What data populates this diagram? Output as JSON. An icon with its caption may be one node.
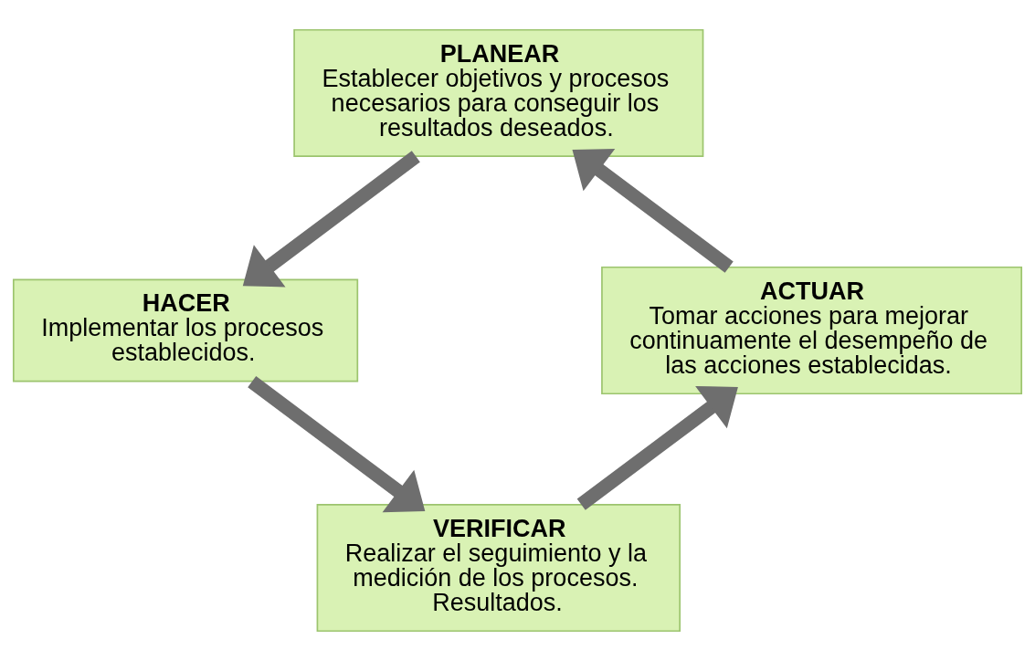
{
  "diagram": {
    "nodes": [
      {
        "text": [
          "PLANEAR",
          "Establecer objetivos y procesos necesarios para conseguir los resultados deseados."
        ]
      },
      {
        "text": [
          "HACER",
          "Implementar los procesos establecidos."
        ]
      },
      {
        "text": [
          "VERIFICAR",
          "Realizar el seguimiento y la medición de los procesos. Resultados."
        ]
      },
      {
        "text": [
          "ACTUAR",
          "Tomar acciones para mejorar continuamente el desempeño de las acciones establecidas."
        ]
      }
    ],
    "edges": [
      {
        "from": 0,
        "to": 1,
        "arrow": "to"
      },
      {
        "from": 1,
        "to": 2,
        "arrow": "to"
      },
      {
        "from": 2,
        "to": 3,
        "arrow": "to"
      },
      {
        "from": 3,
        "to": 0,
        "arrow": "to"
      }
    ]
  }
}
